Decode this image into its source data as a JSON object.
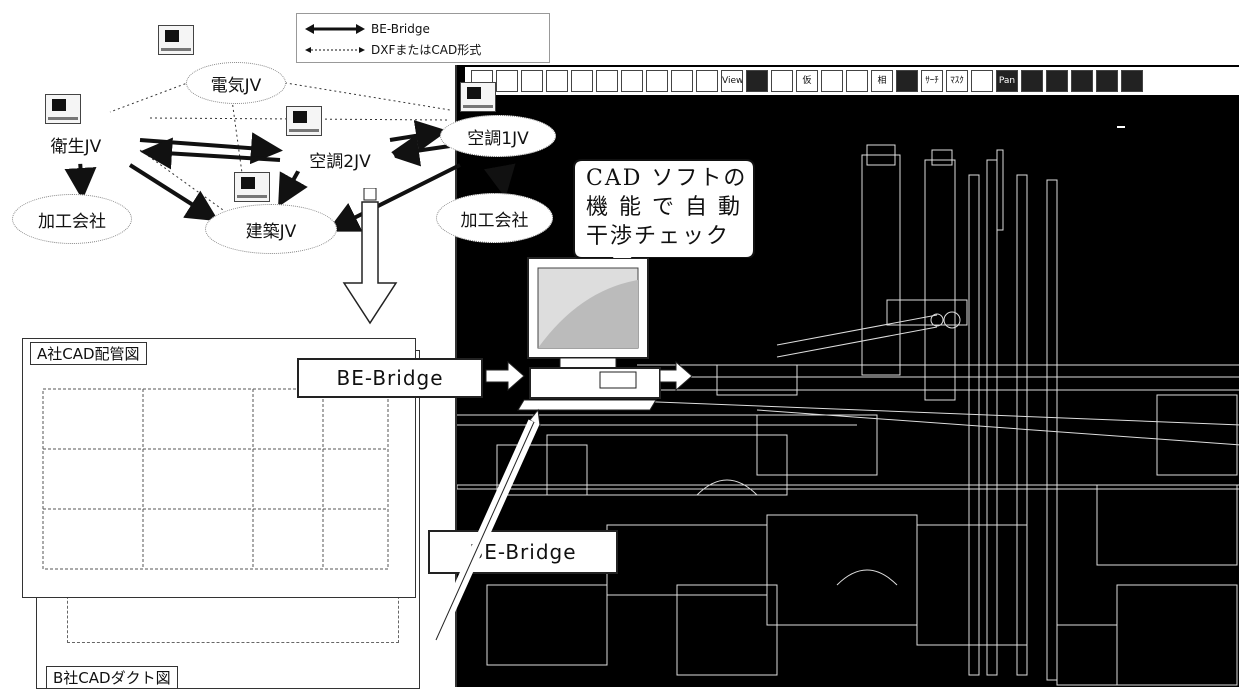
{
  "legend": {
    "solid_label": "BE-Bridge",
    "dotted_label": "DXFまたはCAD形式"
  },
  "nodes": {
    "denki": "電気JV",
    "eisei": "衛生JV",
    "kucho1": "空調1JV",
    "kucho2": "空調2JV",
    "kenchiku": "建築JV",
    "kakou_left": "加工会社",
    "kakou_right": "加工会社"
  },
  "callout": {
    "line1": "CAD ソフトの",
    "line2": "機 能 で 自 動",
    "line3": "干渉チェック"
  },
  "drawings": {
    "a_title": "A社CAD配管図",
    "b_title": "B社CADダクト図"
  },
  "bridge_labels": {
    "top": "BE-Bridge",
    "bottom": "BE-Bridge"
  },
  "toolbar": {
    "buttons": [
      "",
      "",
      "",
      "",
      "",
      "",
      "",
      "",
      "",
      "",
      "View",
      "",
      "",
      "仮",
      "",
      "",
      "相",
      "",
      "ｻｰﾁ",
      "ﾏｽｸ",
      "",
      "Pan",
      "",
      "",
      "",
      "",
      ""
    ]
  },
  "colors": {
    "cad_background": "#000000",
    "line": "#111111"
  }
}
